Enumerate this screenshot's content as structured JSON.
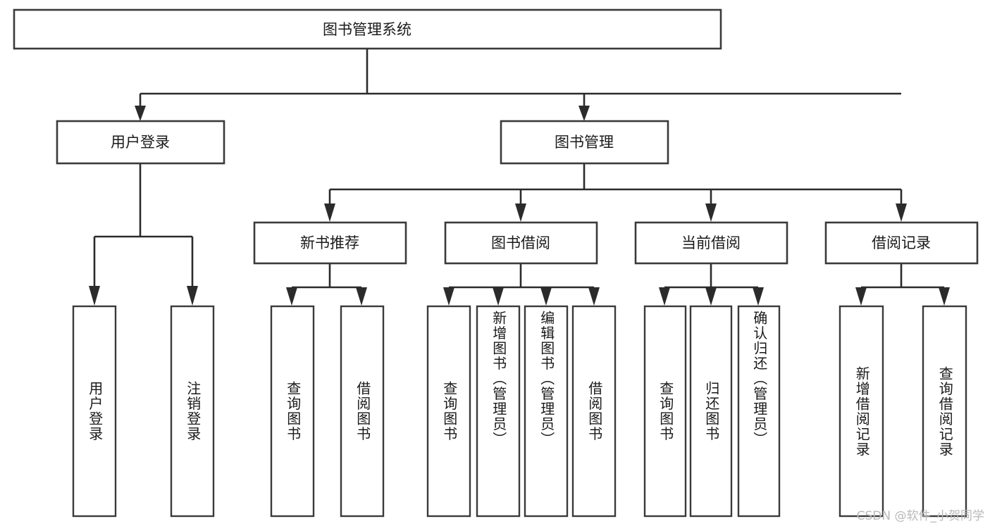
{
  "diagram": {
    "title": "图书管理系统",
    "type": "tree-hierarchy",
    "watermark": "CSDN @软件_小贺同学",
    "colors": {
      "box_stroke": "#3a3a3a",
      "connector": "#2b2b2b",
      "box_fill": "#ffffff",
      "text": "#1a1a1a",
      "watermark": "#b9b9b9",
      "background": "#ffffff"
    },
    "root": {
      "label": "图书管理系统",
      "orientation": "horizontal"
    },
    "level2": [
      {
        "label": "用户登录",
        "orientation": "horizontal"
      },
      {
        "label": "图书管理",
        "orientation": "horizontal"
      }
    ],
    "level3": [
      {
        "label": "新书推荐",
        "orientation": "horizontal"
      },
      {
        "label": "图书借阅",
        "orientation": "horizontal"
      },
      {
        "label": "当前借阅",
        "orientation": "horizontal"
      },
      {
        "label": "借阅记录",
        "orientation": "horizontal"
      }
    ],
    "leaves": {
      "user_login": [
        {
          "label": "用户登录",
          "orientation": "vertical"
        },
        {
          "label": "注销登录",
          "orientation": "vertical"
        }
      ],
      "new_book_recommend": [
        {
          "label": "查询图书",
          "orientation": "vertical"
        },
        {
          "label": "借阅图书",
          "orientation": "vertical"
        }
      ],
      "book_borrow": [
        {
          "label": "查询图书",
          "orientation": "vertical"
        },
        {
          "label": "新增图书（管理员）",
          "orientation": "vertical"
        },
        {
          "label": "编辑图书（管理员）",
          "orientation": "vertical"
        },
        {
          "label": "借阅图书",
          "orientation": "vertical"
        }
      ],
      "current_borrow": [
        {
          "label": "查询图书",
          "orientation": "vertical"
        },
        {
          "label": "归还图书",
          "orientation": "vertical"
        },
        {
          "label": "确认归还（管理员）",
          "orientation": "vertical"
        }
      ],
      "borrow_record": [
        {
          "label": "新增借阅记录",
          "orientation": "vertical"
        },
        {
          "label": "查询借阅记录",
          "orientation": "vertical"
        }
      ]
    }
  }
}
